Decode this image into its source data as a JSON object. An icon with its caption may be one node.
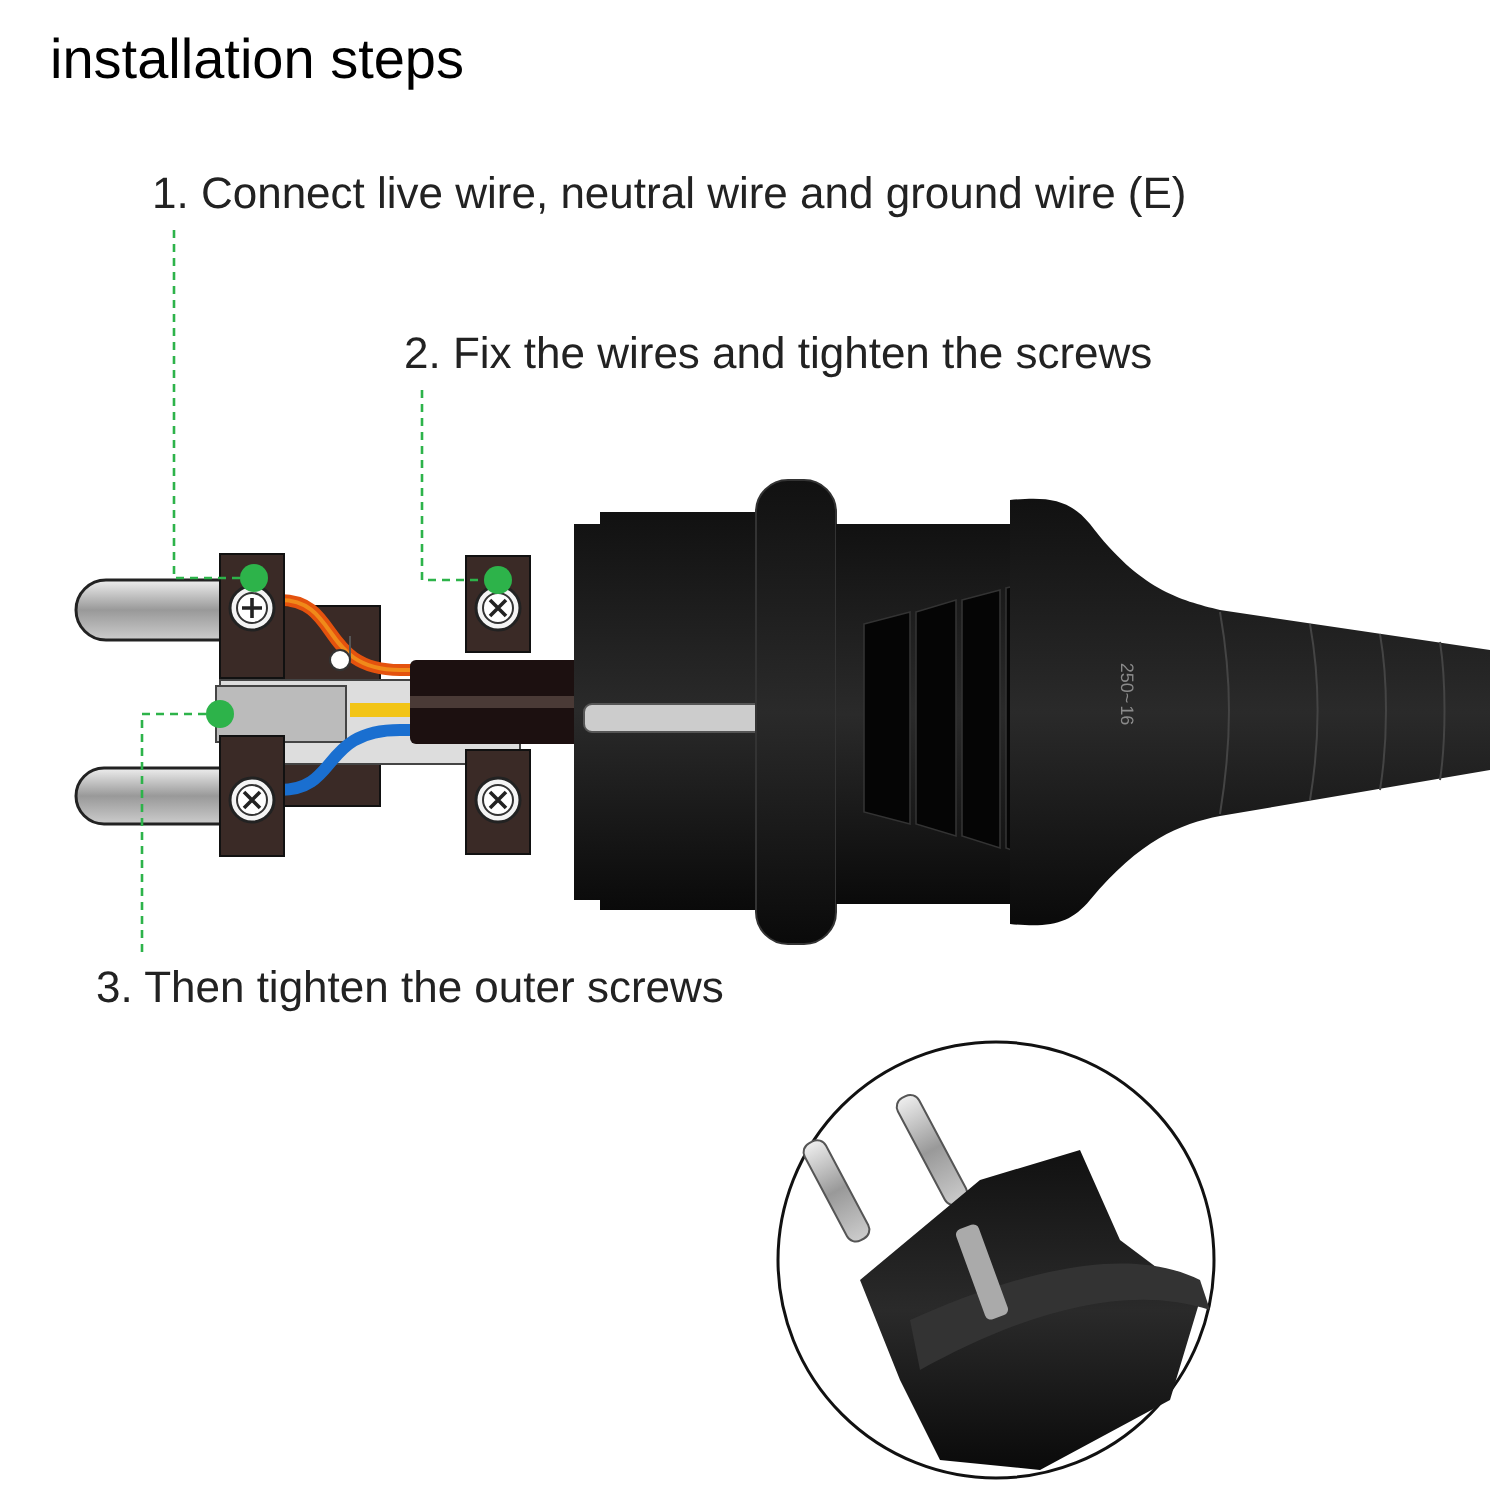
{
  "diagram": {
    "title": "installation steps",
    "nodes": [
      {
        "text": [
          "1. Connect live wire, neutral wire and ground wire (E)"
        ]
      },
      {
        "text": [
          "2. Fix the wires and tighten the screws"
        ]
      },
      {
        "text": [
          "3. Then tighten the outer screws"
        ]
      },
      {
        "text": [],
        "shape": "circle"
      },
      {
        "text": [],
        "shape": "circle"
      },
      {
        "text": [],
        "shape": "circle"
      }
    ],
    "edges": [
      {
        "from": 0,
        "to": 3,
        "arrow": "none",
        "style": "dashed"
      },
      {
        "from": 1,
        "to": 4,
        "arrow": "none",
        "style": "dashed"
      },
      {
        "from": 2,
        "to": 5,
        "arrow": "none",
        "style": "dashed"
      }
    ],
    "labels": [
      "16",
      "250~"
    ]
  }
}
